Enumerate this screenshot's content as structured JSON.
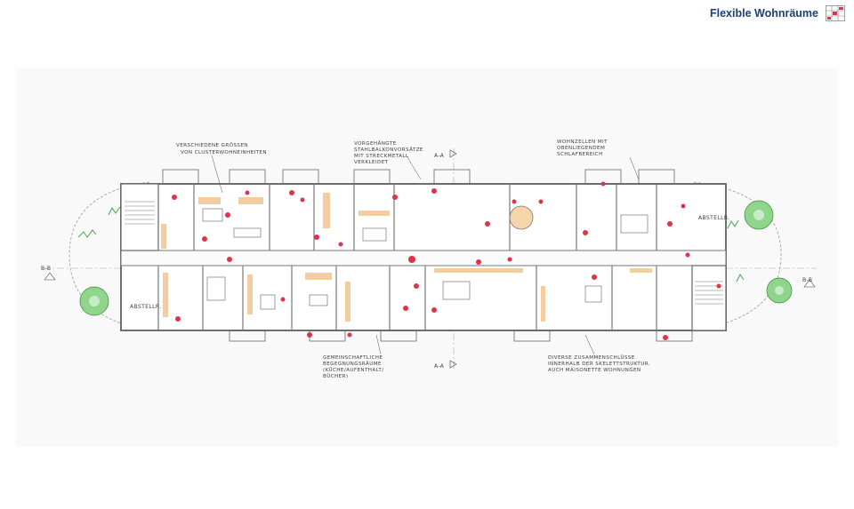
{
  "header": {
    "title": "Flexible Wohnräume",
    "logo_icon": "floorplan-grid-icon",
    "title_color": "#1f3f77"
  },
  "plan": {
    "wall_color": "#8a8a8a",
    "wood_color": "#f2c48f",
    "furniture_accent": "#e0324c",
    "tree_color": "#7fd07a",
    "annotations": {
      "cluster_sizes": [
        "VERSCHIEDENE GRÖSSEN",
        "VON CLUSTERWOHNEINHEITEN"
      ],
      "facade": [
        "VORGEHÄNGTE",
        "STAHLBALKONVORSÄTZE",
        "MIT STRECKMETALL",
        "VERKLEIDET"
      ],
      "living_cells": [
        "WOHNZELLEN MIT",
        "OBENLIEGENDEM",
        "SCHLAFBEREICH"
      ],
      "common_rooms": [
        "GEMEINSCHAFTLICHE",
        "BEGEGNUNGSRÄUME",
        "(KÜCHE/AUFENTHALT/",
        "BÜCHER)"
      ],
      "unit_combos": [
        "DIVERSE ZUSAMMENSCHLÜSSE",
        "INNERHALB DER SKELETTSTRUKTUR,",
        "AUCH MAISONETTE WOHNUNGEN"
      ]
    },
    "labels": {
      "section_aa_top": "A-A",
      "section_aa_bottom": "A-A",
      "section_bb_left": "B-B",
      "section_bb_right": "B-B",
      "storage_right": "ABSTELLR.",
      "storage_left": "ABSTELLR."
    }
  }
}
